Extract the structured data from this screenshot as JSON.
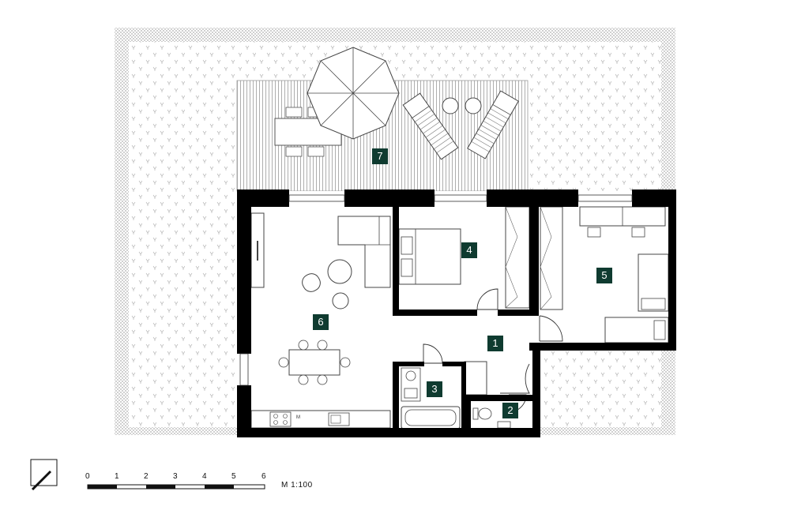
{
  "rooms": [
    {
      "id": "1",
      "label": "1"
    },
    {
      "id": "2",
      "label": "2"
    },
    {
      "id": "3",
      "label": "3"
    },
    {
      "id": "4",
      "label": "4"
    },
    {
      "id": "5",
      "label": "5"
    },
    {
      "id": "6",
      "label": "6"
    },
    {
      "id": "7",
      "label": "7"
    }
  ],
  "scale_bar": {
    "ticks": [
      "0",
      "1",
      "2",
      "3",
      "4",
      "5",
      "6"
    ],
    "label": "M 1:100"
  },
  "kitchen_mark": "M",
  "colors": {
    "tag_fill": "#0f3b30",
    "wall": "#000000",
    "lawn_pattern": "#c8c8c8",
    "deck_lines": "#8a8a8a"
  },
  "icons": [
    "north-arrow-icon",
    "parasol-icon",
    "sun-lounger-icon",
    "bed-icon",
    "sofa-icon",
    "bathtub-icon",
    "toilet-icon",
    "stove-icon",
    "sink-icon",
    "table-icon",
    "chair-icon"
  ]
}
